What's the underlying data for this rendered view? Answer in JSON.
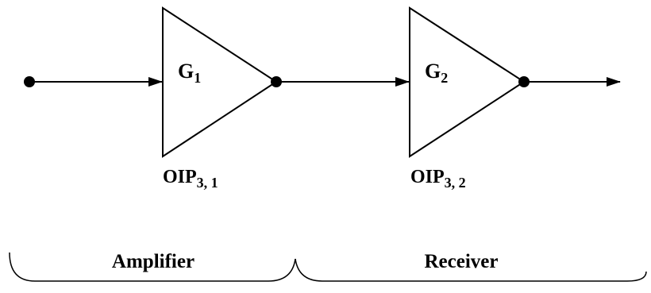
{
  "stages": [
    {
      "gain_base": "G",
      "gain_sub": "1",
      "oip_base": "OIP",
      "oip_sub": "3, 1"
    },
    {
      "gain_base": "G",
      "gain_sub": "2",
      "oip_base": "OIP",
      "oip_sub": "3, 2"
    }
  ],
  "brackets": [
    {
      "label": "Amplifier"
    },
    {
      "label": "Receiver"
    }
  ]
}
